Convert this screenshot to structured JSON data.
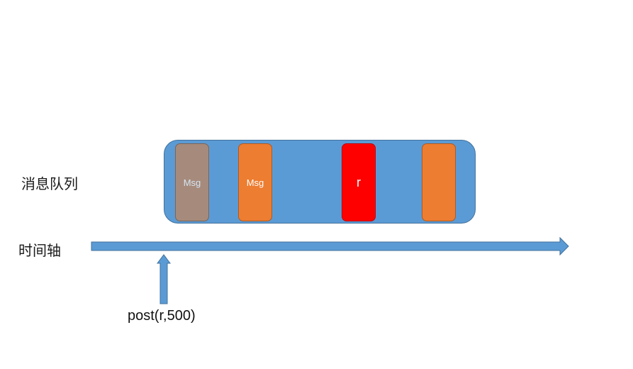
{
  "labels": {
    "queue": "消息队列",
    "timeline": "时间轴",
    "post_call": "post(r,500)"
  },
  "queue": {
    "color": "#5b9bd5",
    "items": [
      {
        "text": "Msg",
        "color": "#a68b7c",
        "text_color": "#d6e4f2"
      },
      {
        "text": "Msg",
        "color": "#ed7d31",
        "text_color": "#ffffff"
      },
      {
        "text": "r",
        "color": "#ff0000",
        "text_color": "#ffffff"
      },
      {
        "text": "",
        "color": "#ed7d31",
        "text_color": "#ffffff"
      }
    ]
  },
  "colors": {
    "arrow": "#5b9bd5",
    "arrow_stroke": "#41719c"
  }
}
